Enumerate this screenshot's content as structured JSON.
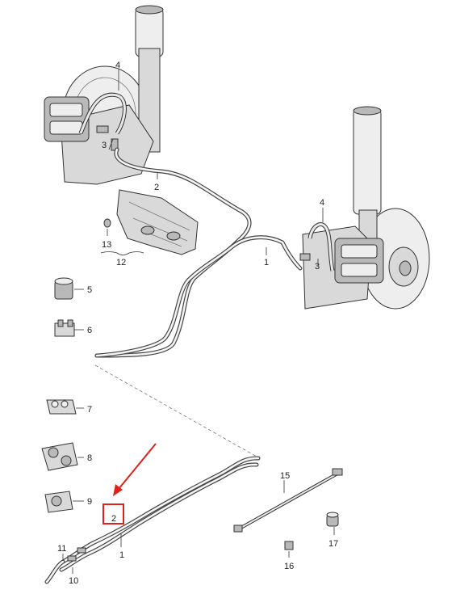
{
  "callouts": [
    {
      "id": "c4-left",
      "text": "4"
    },
    {
      "id": "c3-left",
      "text": "3"
    },
    {
      "id": "c2-upper",
      "text": "2"
    },
    {
      "id": "c13",
      "text": "13"
    },
    {
      "id": "c12",
      "text": "12"
    },
    {
      "id": "c1-upper",
      "text": "1"
    },
    {
      "id": "c4-right",
      "text": "4"
    },
    {
      "id": "c3-right",
      "text": "3"
    },
    {
      "id": "c5",
      "text": "5"
    },
    {
      "id": "c6",
      "text": "6"
    },
    {
      "id": "c7",
      "text": "7"
    },
    {
      "id": "c8",
      "text": "8"
    },
    {
      "id": "c9",
      "text": "9"
    },
    {
      "id": "c2-lower",
      "text": "2"
    },
    {
      "id": "c1-lower",
      "text": "1"
    },
    {
      "id": "c11",
      "text": "11"
    },
    {
      "id": "c10",
      "text": "10"
    },
    {
      "id": "c15",
      "text": "15"
    },
    {
      "id": "c16",
      "text": "16"
    },
    {
      "id": "c17",
      "text": "17"
    }
  ],
  "highlight": {
    "callout": "2",
    "color": "#e0201c"
  },
  "colors": {
    "line": "#333333",
    "part_fill": "#d9d9d9",
    "part_dark": "#b9b9b9",
    "highlight": "#e0201c"
  }
}
